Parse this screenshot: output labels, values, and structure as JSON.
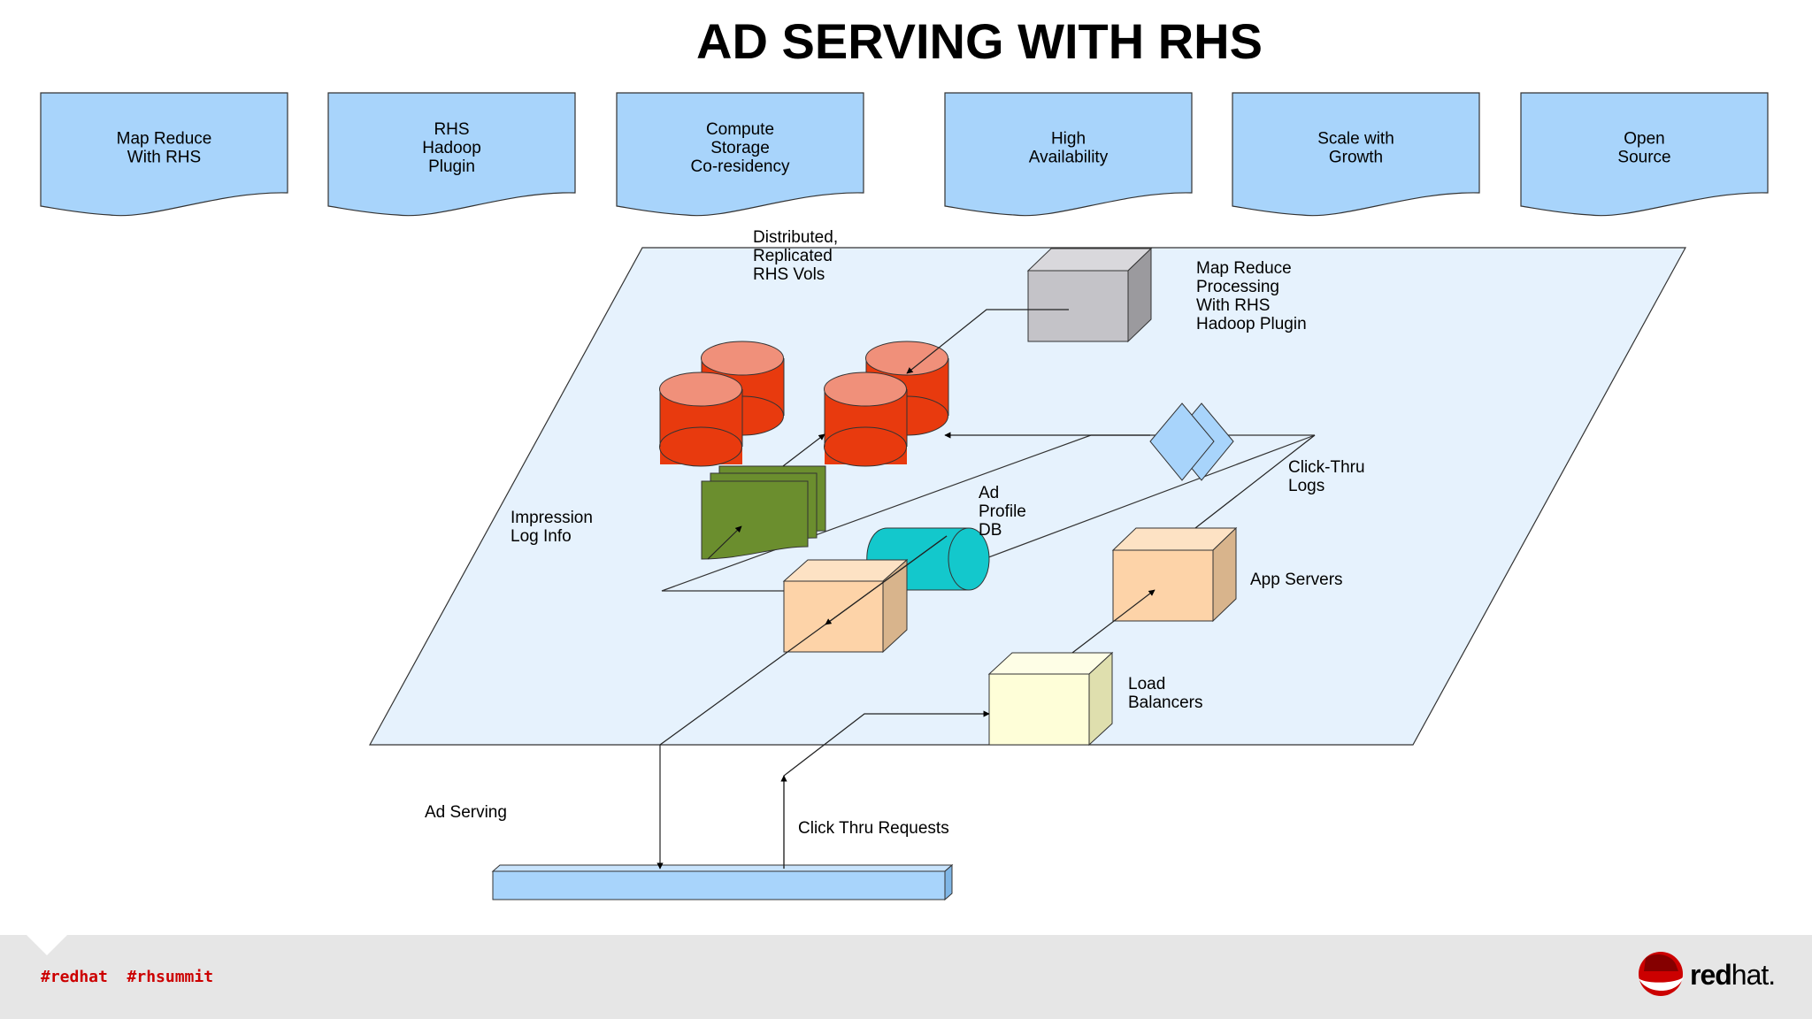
{
  "slide": {
    "title": "AD SERVING WITH RHS"
  },
  "features": [
    {
      "lines": [
        "Map Reduce",
        "With RHS"
      ]
    },
    {
      "lines": [
        "RHS",
        "Hadoop",
        "Plugin"
      ]
    },
    {
      "lines": [
        "Compute",
        "Storage",
        "Co-residency"
      ]
    },
    {
      "lines": [
        "High",
        "Availability"
      ]
    },
    {
      "lines": [
        "Scale with",
        "Growth"
      ]
    },
    {
      "lines": [
        "Open",
        "Source"
      ]
    }
  ],
  "labels": {
    "volumes": [
      "Distributed,",
      "Replicated",
      "RHS Vols"
    ],
    "mapreduce": [
      "Map Reduce",
      "Processing",
      "With RHS",
      "Hadoop Plugin"
    ],
    "clickthru_logs": [
      "Click-Thru",
      "Logs"
    ],
    "ad_profile_db": [
      "Ad",
      "Profile",
      "DB"
    ],
    "impression_log": [
      "Impression",
      "Log Info"
    ],
    "app_servers": [
      "App Servers"
    ],
    "load_balancers": [
      "Load",
      "Balancers"
    ],
    "ad_serving": [
      "Ad Serving"
    ],
    "click_thru_requests": [
      "Click Thru Requests"
    ]
  },
  "footer": {
    "hashtags": "#redhat  #rhsummit",
    "logo_text_bold": "red",
    "logo_text": "hat."
  },
  "colors": {
    "doc_fill": "#a8d4fb",
    "plane_fill": "#e6f2fd",
    "cylinder_red": "#e83a0e",
    "cylinder_top": "#f0907a",
    "green": "#6b8e2e",
    "teal": "#13c8cc",
    "peach": "#fdd3a8",
    "cream": "#fefed8",
    "gray": "#c4c3c8",
    "footer_bg": "#e6e6e6",
    "brand_red": "#cc0000"
  }
}
